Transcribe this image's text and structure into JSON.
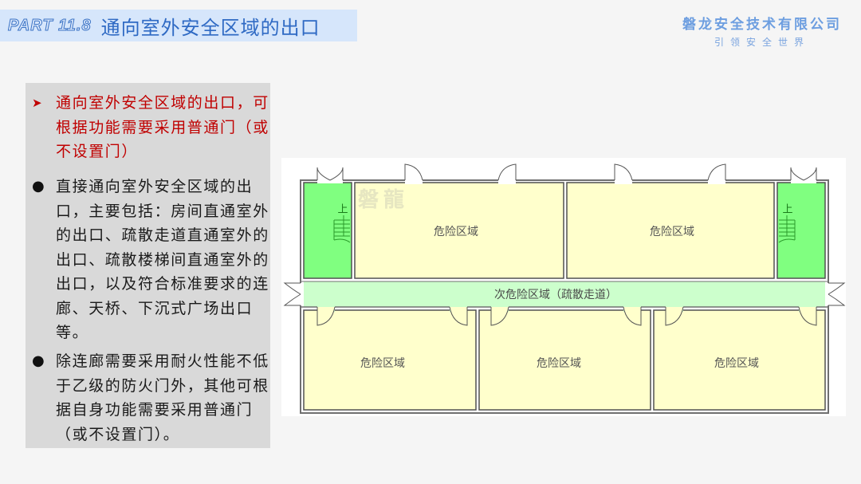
{
  "header": {
    "part_label": "PART 11.8",
    "title": "通向室外安全区域的出口",
    "company_name": "磐龙安全技术有限公司",
    "company_slogan": "引领安全世界"
  },
  "text_panel": {
    "items": [
      {
        "marker": "➤",
        "style": "highlight",
        "color": "#c00000",
        "text": "通向室外安全区域的出口，可根据功能需要采用普通门（或不设置门）"
      },
      {
        "marker": "●",
        "style": "bullet",
        "text": "直接通向室外安全区域的出口，主要包括：房间直通室外的出口、疏散走道直通室外的出口、疏散楼梯间直通室外的出口，以及符合标准要求的连廊、天桥、下沉式广场出口等。"
      },
      {
        "marker": "●",
        "style": "bullet",
        "text": "除连廊需要采用耐火性能不低于乙级的防火门外，其他可根据自身功能需要采用普通门（或不设置门）。"
      }
    ]
  },
  "diagram": {
    "watermark": "磐龍",
    "colors": {
      "danger_zone": "#ffffcc",
      "corridor": "#ccffcc",
      "stair": "#80ff80",
      "wall": "#606060"
    },
    "stairs": [
      {
        "label": "上",
        "position": "left"
      },
      {
        "label": "上",
        "position": "right"
      }
    ],
    "rooms_top": [
      {
        "label": "危险区域"
      },
      {
        "label": "危险区域"
      }
    ],
    "corridor": {
      "label": "次危险区域（疏散走道）"
    },
    "rooms_bottom": [
      {
        "label": "危险区域"
      },
      {
        "label": "危险区域"
      },
      {
        "label": "危险区域"
      }
    ]
  }
}
